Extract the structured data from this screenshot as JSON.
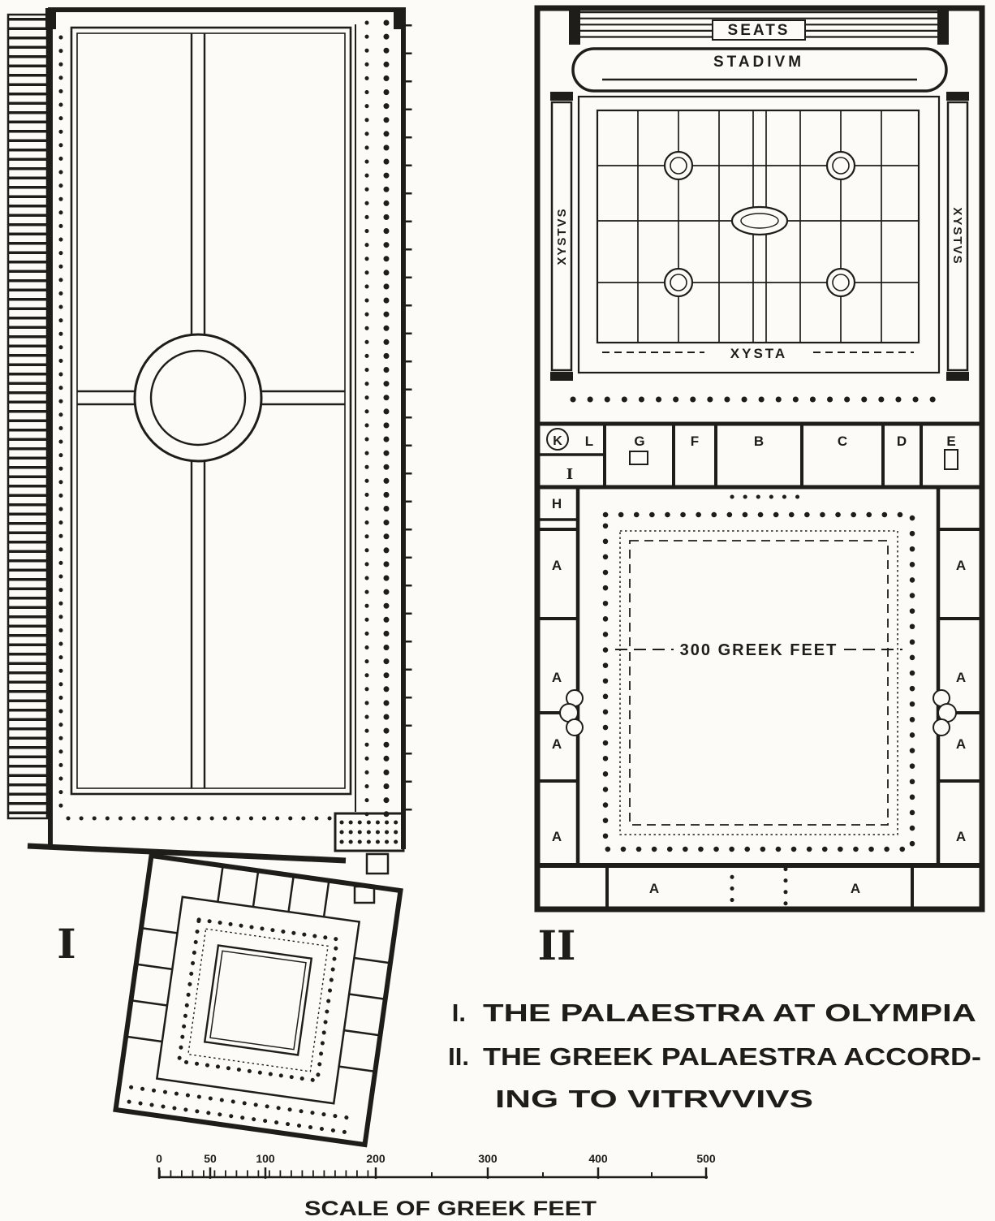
{
  "figure": {
    "plan1_numeral": "I",
    "plan2_numeral": "II"
  },
  "plan2_labels": {
    "seats": "SEATS",
    "stadium": "STADIVM",
    "xystus_left": "XYSTVS",
    "xystus_right": "XYSTVS",
    "xysta": "XYSTA",
    "court_dimension": "300 GREEK FEET",
    "rooms_top": [
      "K",
      "L",
      "G",
      "F",
      "B",
      "C",
      "D",
      "E"
    ],
    "room_i": "I",
    "room_h": "H",
    "rooms_left": [
      "A",
      "A",
      "A",
      "A"
    ],
    "rooms_right": [
      "A",
      "A",
      "A",
      "A"
    ],
    "rooms_bottom": [
      "A",
      "A"
    ]
  },
  "caption": {
    "item1_numeral": "I.",
    "item1_text": "THE PALAESTRA AT OLYMPIA",
    "item2_numeral": "II.",
    "item2_line1": "THE GREEK PALAESTRA ACCORD-",
    "item2_line2": "ING TO VITRVVIVS"
  },
  "scale_bar": {
    "ticks": [
      "0",
      "50",
      "100",
      "200",
      "300",
      "400",
      "500"
    ],
    "caption": "SCALE OF GREEK FEET"
  }
}
